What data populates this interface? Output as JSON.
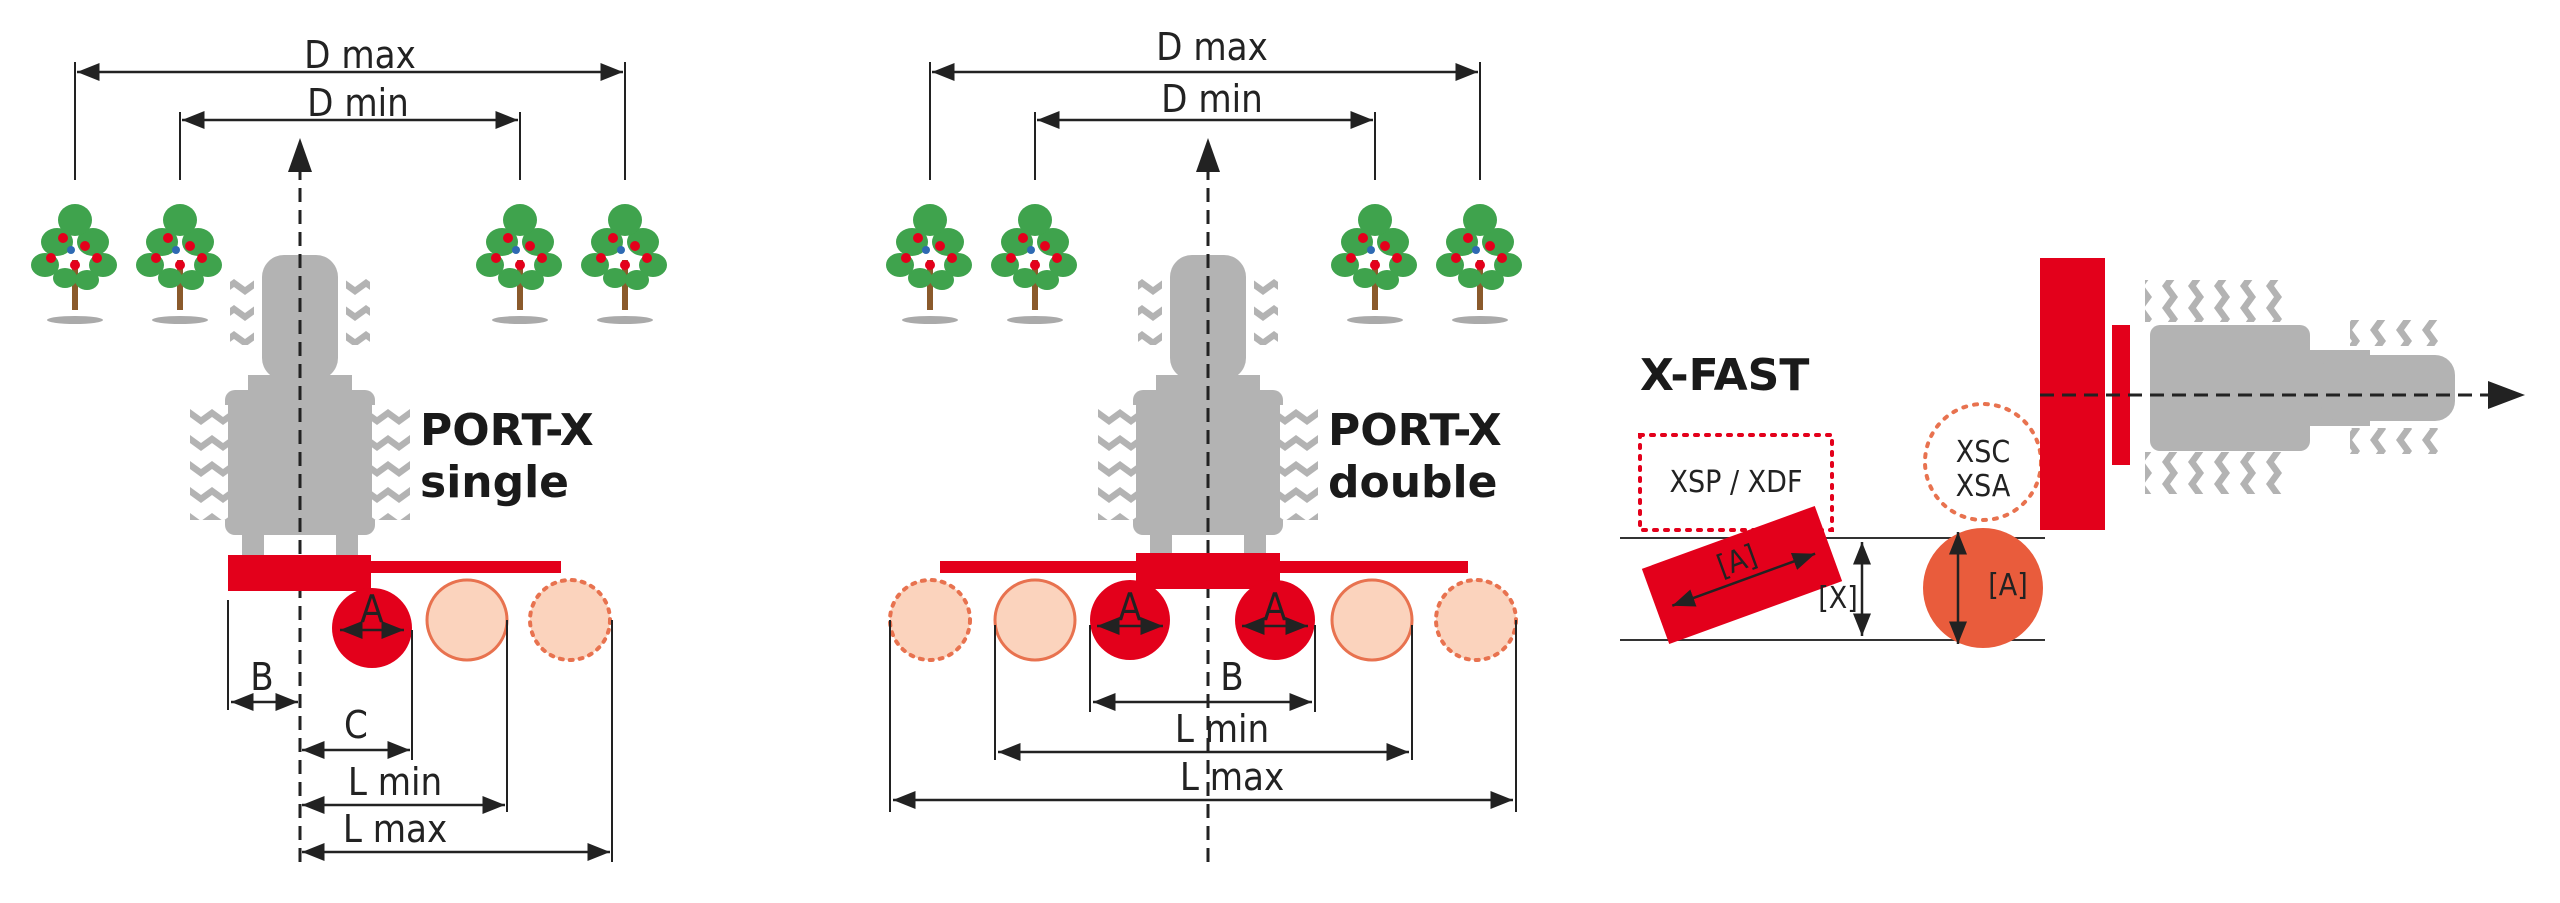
{
  "colors": {
    "red": "#e3001b",
    "orange": "#e95c3c",
    "peach": "#fbd3bd",
    "peach_stroke": "#e8724f",
    "dotted": "#e8724f",
    "gray": "#b3b3b3",
    "tree_green": "#3fa34d",
    "fruit": "#e3001b",
    "line": "#222222"
  },
  "icons": [
    "tree-icon",
    "tractor-icon",
    "arrow-icon"
  ],
  "single": {
    "d_max": "D max",
    "d_min": "D min",
    "title_line1": "PORT-X",
    "title_line2": "single",
    "a": "A",
    "b": "B",
    "c": "C",
    "l_min": "L min",
    "l_max": "L max"
  },
  "double": {
    "d_max": "D max",
    "d_min": "D min",
    "title_line1": "PORT-X",
    "title_line2": "double",
    "a_left": "A",
    "a_right": "A",
    "b": "B",
    "l_min": "L min",
    "l_max": "L max"
  },
  "xfast": {
    "title": "X-FAST",
    "xsp": "XSP / XDF",
    "xsc": "XSC",
    "xsa": "XSA",
    "a_rect": "[A]",
    "a_circle": "[A]",
    "x": "[X]"
  }
}
